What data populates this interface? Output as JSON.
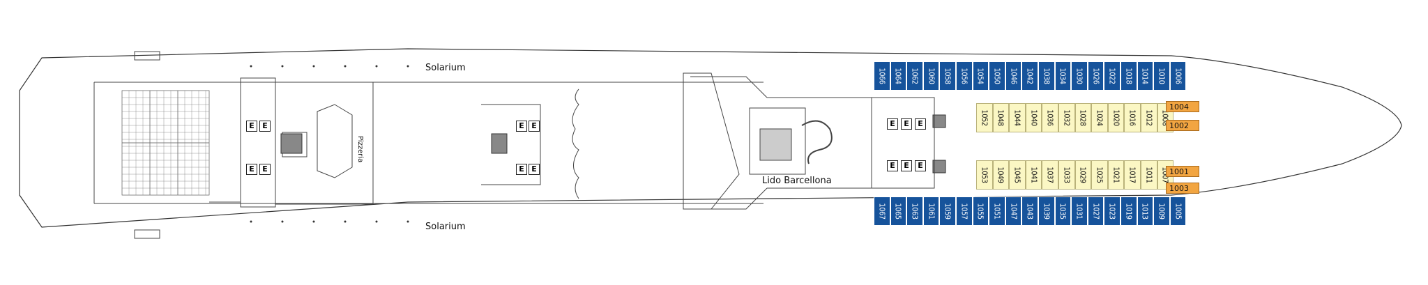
{
  "deck": {
    "labels": {
      "solarium_top": "Solarium",
      "solarium_bottom": "Solarium",
      "pizzeria": "Pizzeria",
      "lido": "Lido Barcellona"
    },
    "elevator_letter": "E",
    "colors": {
      "outside_cabin": "#16539b",
      "inside_cabin": "#fbf7c4",
      "suite": "#f2a541",
      "hull_line": "#333333"
    },
    "cabins_top_outside": [
      "1066",
      "1064",
      "1062",
      "1060",
      "1058",
      "1056",
      "1054",
      "1050",
      "1046",
      "1042",
      "1038",
      "1034",
      "1030",
      "1026",
      "1022",
      "1018",
      "1014",
      "1010",
      "1006"
    ],
    "cabins_top_inside": [
      "1052",
      "1048",
      "1044",
      "1040",
      "1036",
      "1032",
      "1028",
      "1024",
      "1020",
      "1016",
      "1012",
      "1008"
    ],
    "cabins_bottom_inside": [
      "1053",
      "1049",
      "1045",
      "1041",
      "1037",
      "1033",
      "1029",
      "1025",
      "1021",
      "1017",
      "1011",
      "1007"
    ],
    "cabins_bottom_outside": [
      "1067",
      "1065",
      "1063",
      "1061",
      "1059",
      "1057",
      "1055",
      "1051",
      "1047",
      "1043",
      "1039",
      "1035",
      "1031",
      "1027",
      "1023",
      "1019",
      "1013",
      "1009",
      "1005"
    ],
    "suites": [
      "1004",
      "1002",
      "1001",
      "1003"
    ]
  }
}
